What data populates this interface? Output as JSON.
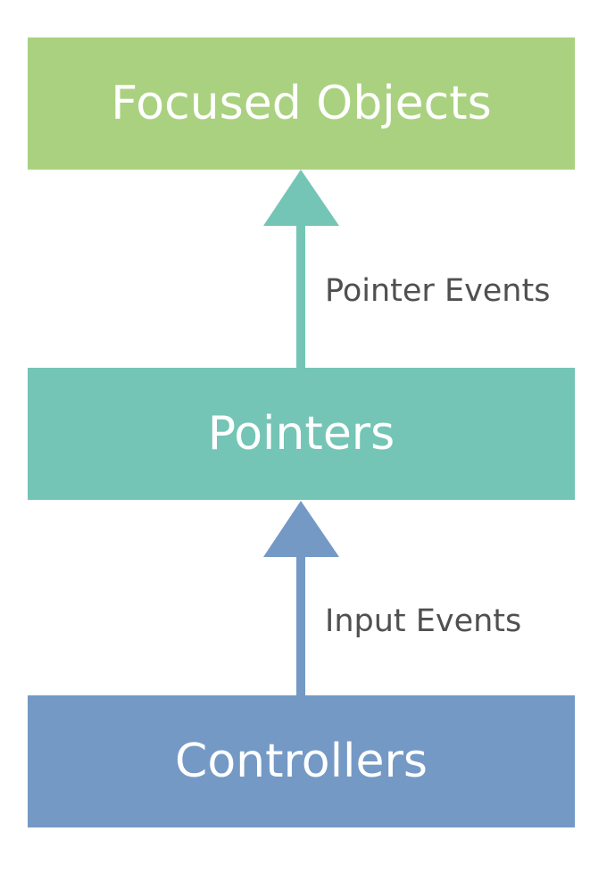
{
  "colors": {
    "focused_objects": "#aad180",
    "pointers": "#74c5b5",
    "controllers": "#7499c5",
    "arrow_pointer_events": "#74c5b5",
    "arrow_input_events": "#7499c5",
    "label_text": "#505050",
    "box_text": "#ffffff"
  },
  "nodes": {
    "focused_objects": {
      "label": "Focused Objects"
    },
    "pointers": {
      "label": "Pointers"
    },
    "controllers": {
      "label": "Controllers"
    }
  },
  "edges": {
    "pointer_events": {
      "label": "Pointer Events",
      "from": "pointers",
      "to": "focused_objects"
    },
    "input_events": {
      "label": "Input Events",
      "from": "controllers",
      "to": "pointers"
    }
  }
}
